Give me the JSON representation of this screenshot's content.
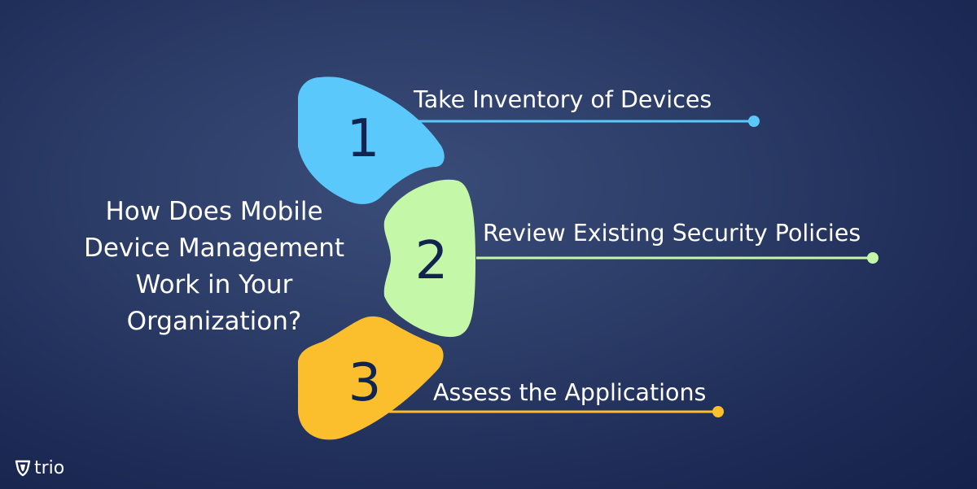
{
  "title": {
    "lines": [
      "How Does Mobile",
      "Device Management",
      "Work in Your",
      "Organization?"
    ]
  },
  "steps": [
    {
      "number": "1",
      "label": "Take Inventory of Devices",
      "color": "#5ac8fa"
    },
    {
      "number": "2",
      "label": "Review Existing Security Policies",
      "color": "#c4f7a8"
    },
    {
      "number": "3",
      "label": "Assess the Applications",
      "color": "#fbbf2e"
    }
  ],
  "brand": {
    "name": "trio",
    "icon": "trio-shield-icon"
  }
}
